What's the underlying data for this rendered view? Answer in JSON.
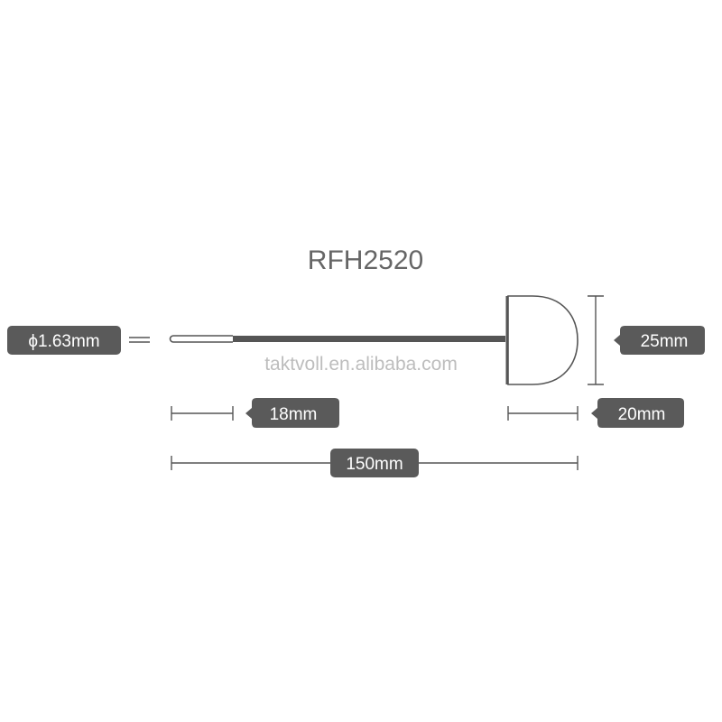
{
  "title": "RFH2520",
  "watermark": "taktvoll.en.alibaba.com",
  "dimensions": {
    "diameter": "ϕ1.63mm",
    "tip_length": "18mm",
    "total_length": "150mm",
    "head_height": "25mm",
    "head_length": "20mm"
  },
  "colors": {
    "line": "#4d4d4d",
    "label_bg": "#5a5a5a",
    "label_text": "#ffffff",
    "title": "#666666",
    "watermark": "#bdbdbd"
  }
}
